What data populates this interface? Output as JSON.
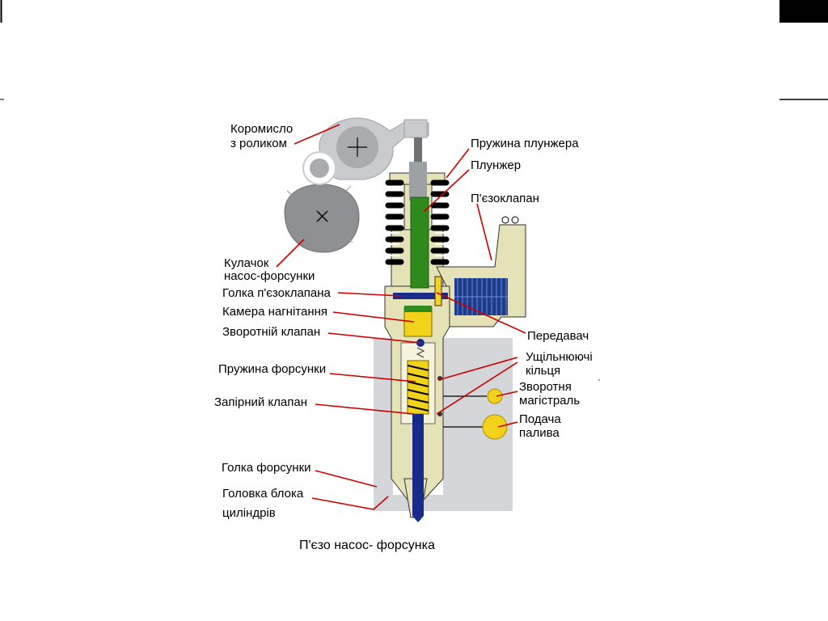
{
  "labels": {
    "rocker_line1": "Коромисло",
    "rocker_line2": "з роликом",
    "plunger_spring": "Пружина плунжера",
    "plunger": "Плунжер",
    "piezo_valve": "П'єзоклапан",
    "cam_line1": "Кулачок",
    "cam_line2": "насос-форсунки",
    "piezo_needle": "Голка п'єзоклапана",
    "pressure_chamber": "Камера нагнітання",
    "check_valve": "Зворотній клапан",
    "transmitter": "Передавач",
    "seal_rings_line1": "Ущільнюючі",
    "seal_rings_line2": "кільця",
    "injector_spring": "Пружина форсунки",
    "return_line_line1": "Зворотня",
    "return_line_line2": "магістраль",
    "shutoff_valve": "Запірний клапан",
    "fuel_supply_line1": "Подача",
    "fuel_supply_line2": "палива",
    "injector_needle": "Голка форсунки",
    "cylinder_head_line1": "Головка блока",
    "cylinder_head_line2": "циліндрів"
  },
  "caption": "П'єзо насос- форсунка",
  "colors": {
    "leader": "#cc0000",
    "body": "#e6e2b8",
    "cylinder_head": "#d4d6da",
    "cam": "#8f9093",
    "rocker": "#c9cbcf",
    "plunger": "#2f8a1e",
    "fuel": "#f2d21a",
    "needle": "#1a2a8a",
    "coil": "#1e3a8a"
  }
}
